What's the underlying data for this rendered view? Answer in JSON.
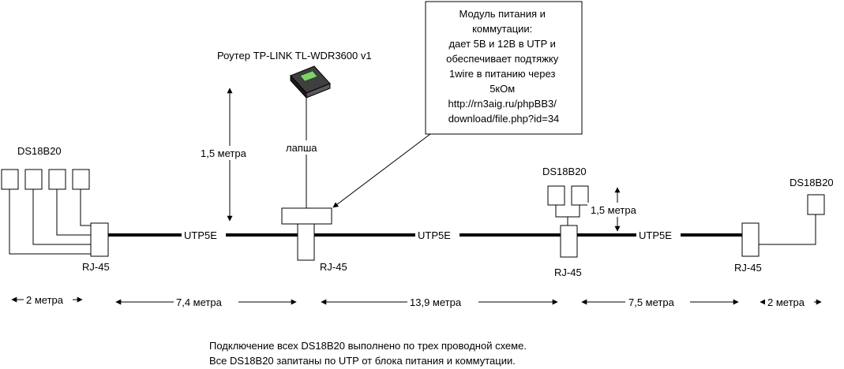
{
  "labels": {
    "router": "Роутер TP-LINK TL-WDR3600 v1",
    "lapsha": "лапша",
    "height_left": "1,5 метра",
    "height_right": "1,5 метра",
    "sensor_left": "DS18B20",
    "sensor_mid": "DS18B20",
    "sensor_right": "DS18B20",
    "rj45_1": "RJ-45",
    "rj45_2": "RJ-45",
    "rj45_3": "RJ-45",
    "rj45_4": "RJ-45",
    "utp_1": "UTP5E",
    "utp_2": "UTP5E",
    "utp_3": "UTP5E"
  },
  "callout": {
    "lines": [
      "Модуль питания и",
      "коммутации:",
      "дает 5В и 12В в UTP и",
      "обеспечивает подтяжку",
      "1wire в питанию через",
      "5кОм",
      "http://rn3aig.ru/phpBB3/",
      "download/file.php?id=34"
    ]
  },
  "distances": {
    "d1": "2 метра",
    "d2": "7,4 метра",
    "d3": "13,9 метра",
    "d4": "7,5 метра",
    "d5": "2 метра"
  },
  "footnote": {
    "line1": "Подключение всех DS18B20 выполнено по трех проводной схеме.",
    "line2": "Все DS18B20 запитаны по UTP от блока питания и коммутации."
  }
}
